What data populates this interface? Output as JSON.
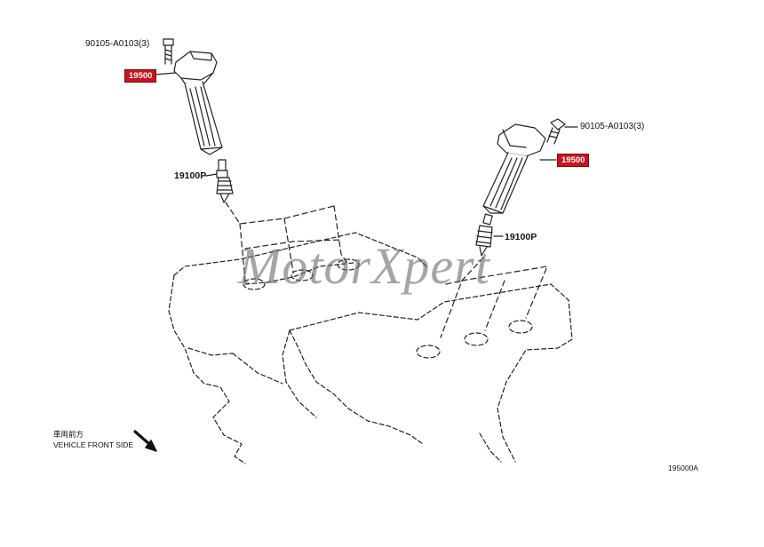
{
  "labels": {
    "bolt_left": "90105-A0103(3)",
    "coil_left": "19500",
    "plug_left": "19100P",
    "bolt_right": "90105-A0103(3)",
    "coil_right": "19500",
    "plug_right": "19100P",
    "front_jp": "車両前方",
    "front_en": "VEHICLE FRONT SIDE",
    "diagram_id": "195000A"
  },
  "watermark": "MotorXpert",
  "colors": {
    "badge": "#c8141e",
    "line": "#222222",
    "watermark": "#6e6e6e"
  },
  "icons": [
    "bolt-icon",
    "ignition-coil-icon",
    "spark-plug-icon",
    "arrow-down-right-icon"
  ]
}
